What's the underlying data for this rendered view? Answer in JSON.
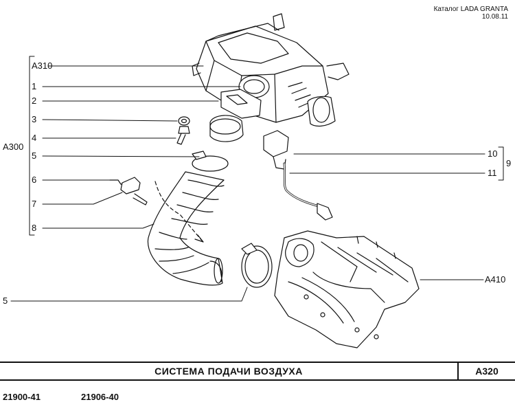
{
  "header": {
    "catalog": "Каталог LADA  GRANTA",
    "date": "10.08.11"
  },
  "labels": {
    "a310": "A310",
    "p1": "1",
    "p2": "2",
    "p3": "3",
    "p4": "4",
    "a300": "A300",
    "p5": "5",
    "p6": "6",
    "p7": "7",
    "p8": "8",
    "p5b": "5",
    "p10": "10",
    "p11": "11",
    "p9": "9",
    "a410": "A410"
  },
  "footer": {
    "title": "СИСТЕМА   ПОДАЧИ   ВОЗДУХА",
    "code": "A320",
    "models": [
      "21900-41",
      "21906-40"
    ]
  }
}
